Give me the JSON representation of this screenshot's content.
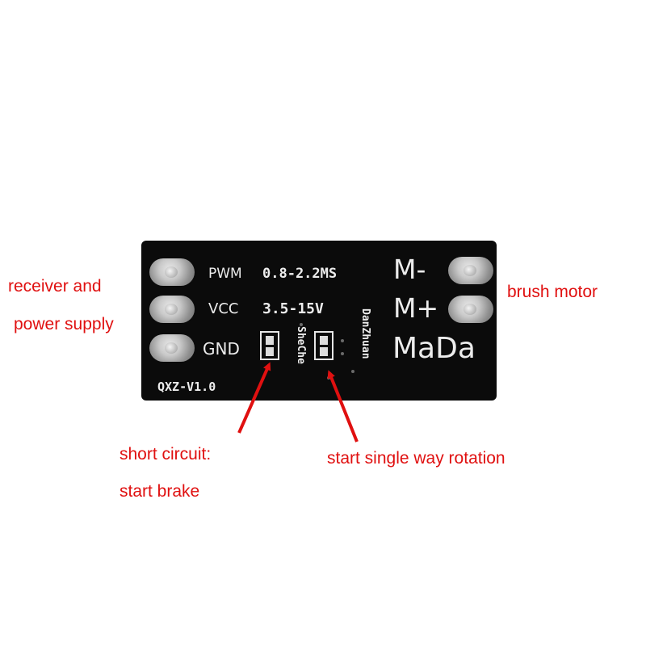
{
  "board": {
    "pwm_label": "PWM",
    "pwm_range": "0.8-2.2MS",
    "vcc_label": "VCC",
    "vcc_range": "3.5-15V",
    "gnd_label": "GND",
    "m_minus": "M-",
    "m_plus": "M+",
    "mada": "MaDa",
    "version": "QXZ-V1.0",
    "sheche": "SheChe",
    "danzhuan": "DanZhuan"
  },
  "annotations": {
    "receiver_line1": "receiver and",
    "receiver_line2": "power supply",
    "brush_motor": "brush motor",
    "short_circuit_line1": "short circuit:",
    "short_circuit_line2": "start brake",
    "single_way": "start single way rotation"
  },
  "colors": {
    "annotation": "#e01010",
    "board": "#0b0b0b",
    "silkscreen": "#ececec"
  }
}
